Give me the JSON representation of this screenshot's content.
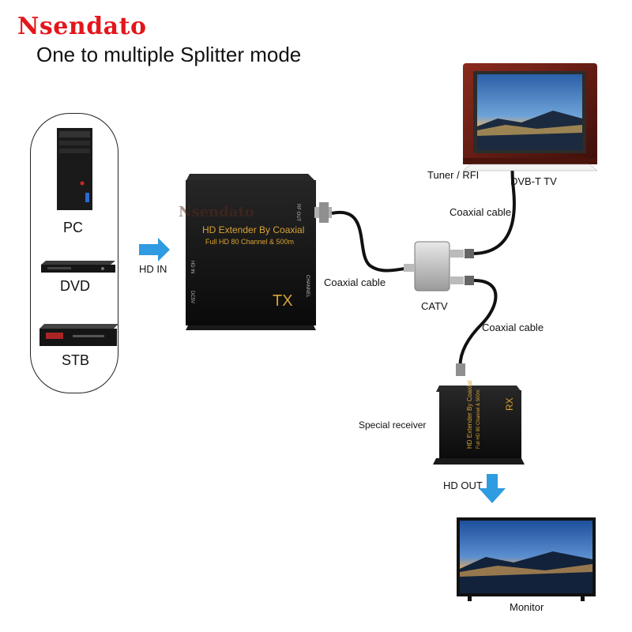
{
  "brand": {
    "name": "Nsendato",
    "color": "#e3161b"
  },
  "title": "One to multiple Splitter mode",
  "sources": [
    {
      "label": "PC",
      "icon": "pc-tower-icon"
    },
    {
      "label": "DVD",
      "icon": "dvd-player-icon"
    },
    {
      "label": "STB",
      "icon": "set-top-box-icon"
    }
  ],
  "labels": {
    "hd_in": "HD IN",
    "coax_tx": "Coaxial cable",
    "catv": "CATV",
    "coax_tv": "Coaxial cable",
    "tuner": "Tuner / RFI",
    "dvbt": "DVB-T TV",
    "coax_rx": "Coaxial cable",
    "special_receiver": "Special receiver",
    "hd_out": "HD OUT",
    "monitor": "Monitor"
  },
  "tx": {
    "line1": "HD  Extender By Coaxial",
    "line2": "Full HD 80 Channel & 500m",
    "badge": "TX",
    "watermark": "Nsendato",
    "port_rf_out": "RF OUT",
    "port_hd_in": "HD IN",
    "port_channel": "CHANNEL",
    "port_dc": "DC5V"
  },
  "rx": {
    "line1": "HD  Extender By Coaxial",
    "line2": "Full HD 80 Channel & 500m",
    "badge": "RX"
  },
  "colors": {
    "arrow": "#2f9be0",
    "device": "#141414",
    "gold": "#d9a233",
    "tv_frame": "#6a1d14"
  }
}
